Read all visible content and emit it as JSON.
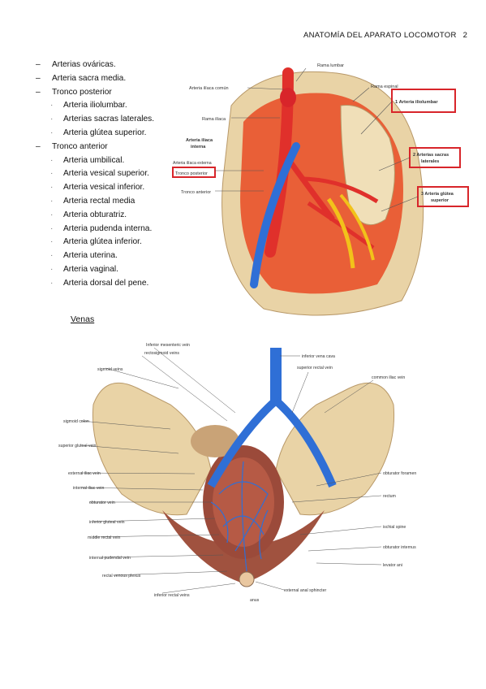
{
  "header": {
    "title": "ANATOMÍA DEL APARATO LOCOMOTOR",
    "page": "2"
  },
  "list": [
    {
      "level": 1,
      "text": "Arterias ováricas."
    },
    {
      "level": 1,
      "text": "Arteria sacra media."
    },
    {
      "level": 1,
      "text": "Tronco posterior"
    },
    {
      "level": 2,
      "text": "Arteria iliolumbar."
    },
    {
      "level": 2,
      "text": "Arterias sacras laterales."
    },
    {
      "level": 2,
      "text": "Arteria glútea superior."
    },
    {
      "level": 1,
      "text": "Tronco anterior"
    },
    {
      "level": 2,
      "text": "Arteria umbilical."
    },
    {
      "level": 2,
      "text": "Arteria vesical superior."
    },
    {
      "level": 2,
      "text": "Arteria vesical inferior."
    },
    {
      "level": 2,
      "text": "Arteria rectal media"
    },
    {
      "level": 2,
      "text": "Arteria obturatriz."
    },
    {
      "level": 2,
      "text": "Arteria pudenda interna."
    },
    {
      "level": 2,
      "text": "Arteria glútea inferior."
    },
    {
      "level": 2,
      "text": "Arteria uterina."
    },
    {
      "level": 2,
      "text": "Arteria vaginal."
    },
    {
      "level": 2,
      "text": "Arteria dorsal del pene."
    }
  ],
  "figure1": {
    "labels": {
      "rama_lumbar": "Rama lumbar",
      "arteria_iliaca_comun": "Arteria ilíaca común",
      "rama_espinal": "Rama espinal",
      "rama_iliaca": "Rama ilíaca",
      "arteria_iliaca_interna_1": "Arteria ilíaca",
      "arteria_iliaca_interna_2": "interna",
      "arteria_iliaca_externa": "Arteria ilíaca externa",
      "tronco_posterior": "Tronco posterior",
      "tronco_anterior": "Tronco anterior",
      "box1": "1 Arteria iliolumbar",
      "box2_1": "2 Arterias sacras",
      "box2_2": "laterales",
      "box3_1": "3 Arteria glútea",
      "box3_2": "superior"
    }
  },
  "section": {
    "title": "Venas"
  },
  "figure2": {
    "labels": {
      "inferior_mesenteric_vein": "Inferior mesenteric vein",
      "rectosigmoid_veins": "rectosigmoid veins",
      "sigmoid_veins_top": "sigmoid veins",
      "sigmoid_colon": "sigmoid colon",
      "superior_gluteal_vein": "superior gluteal vein",
      "external_iliac_vein": "external iliac vein",
      "internal_iliac_vein": "internal iliac vein",
      "obturator_vein": "obturator vein",
      "inferior_gluteal_vein": "inferior gluteal vein",
      "middle_rectal_vein": "middle rectal vein",
      "internal_pudendal_vein": "internal pudendal vein",
      "rectal_venous_plexus": "rectal venous plexus",
      "inferior_rectal_veins": "inferior rectal veins",
      "anus": "anus",
      "external_anal_sphincter": "external anal sphincter",
      "levator_ani": "levator ani",
      "obturator_internus": "obturator internus",
      "ischial_spine": "ischial spine",
      "rectum": "rectum",
      "obturator_foramen": "obturator foramen",
      "common_iliac_vein": "common iliac vein",
      "superior_rectal_vein": "superior rectal vein",
      "inferior_vena_cava": "inferior vena cava"
    }
  },
  "colors": {
    "artery": "#e0302b",
    "vein": "#2f6fd6",
    "bone": "#e9d3a6",
    "muscle": "#e8552e",
    "nerve": "#f2c21a",
    "highlight": "#d8252a"
  }
}
